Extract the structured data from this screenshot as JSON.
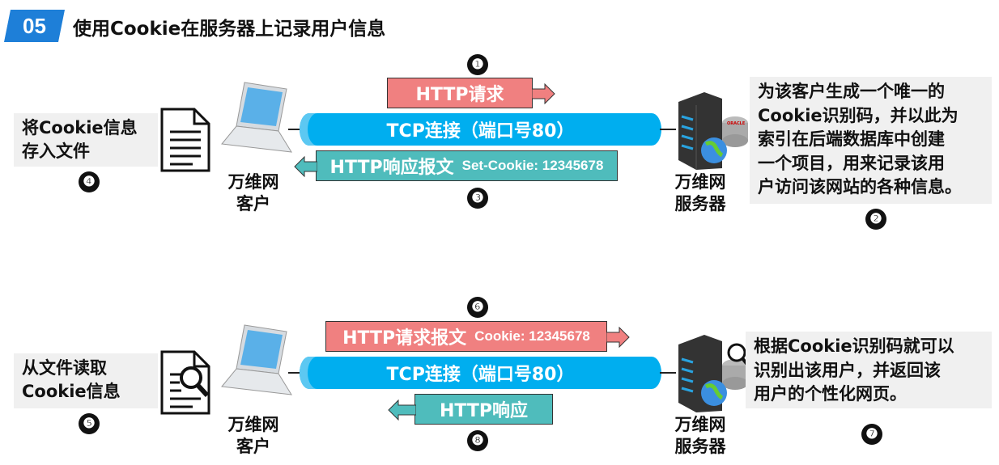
{
  "header": {
    "badge": "05",
    "title": "使用Cookie在服务器上记录用户信息"
  },
  "labels": {
    "client": "万维网\n客户",
    "server": "万维网\n服务器"
  },
  "top": {
    "step1": "❶",
    "step2": "❷",
    "step3": "❸",
    "step4": "❹",
    "request": "HTTP请求",
    "tcp": "TCP连接（端口号80）",
    "response": "HTTP响应报文",
    "response_cookie": "Set-Cookie: 12345678",
    "client_note": "将Cookie信息\n存入文件",
    "server_note": "为该客户生成一个唯一的\nCookie识别码，并以此为\n索引在后端数据库中创建\n一个项目，用来记录该用\n户访问该网站的各种信息。"
  },
  "bottom": {
    "step5": "❺",
    "step6": "❻",
    "step7": "❼",
    "step8": "❽",
    "request": "HTTP请求报文",
    "request_cookie": "Cookie: 12345678",
    "tcp": "TCP连接（端口号80）",
    "response": "HTTP响应",
    "client_note": "从文件读取\nCookie信息",
    "server_note": "根据Cookie识别码就可以\n识别出该用户，并返回该\n用户的个性化网页。"
  },
  "colors": {
    "accent": "#1e7fd8",
    "request": "#f08080",
    "response": "#4fbcbc",
    "tcp": "#00aeef"
  }
}
